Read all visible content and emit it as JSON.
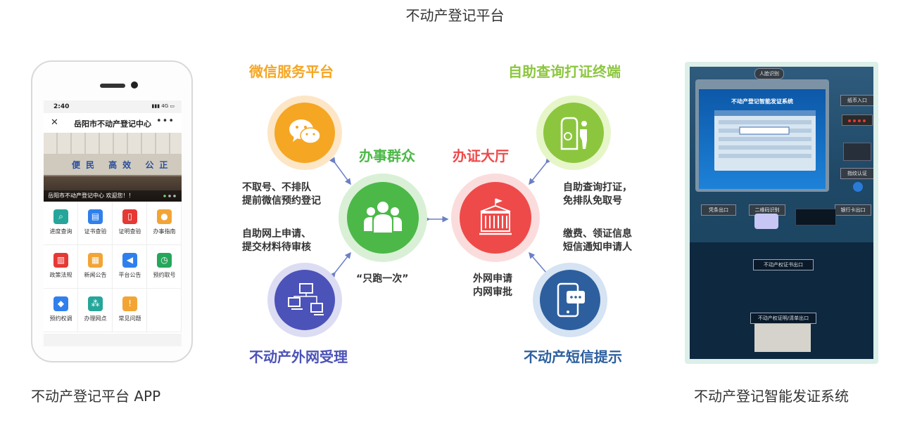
{
  "page_title": "不动产登记平台",
  "captions": {
    "app": "不动产登记平台 APP",
    "kiosk": "不动产登记智能发证系统"
  },
  "phone": {
    "status_time": "2:40",
    "status_signal": "4G",
    "nav_close": "✕",
    "nav_title": "岳阳市不动产登记中心",
    "nav_more": "•••",
    "banner_slogan": "便民 高效 公正",
    "banner_caption": "岳阳市不动产登记中心 欢迎您！！",
    "grid": [
      {
        "label": "进度查询",
        "color": "#26a69a",
        "icon": "search-icon"
      },
      {
        "label": "证书查验",
        "color": "#2f80ed",
        "icon": "id-card-icon"
      },
      {
        "label": "证明查验",
        "color": "#e53935",
        "icon": "document-icon"
      },
      {
        "label": "办事指南",
        "color": "#f2a535",
        "icon": "location-icon"
      },
      {
        "label": "政策法规",
        "color": "#e53935",
        "icon": "book-icon"
      },
      {
        "label": "新闻公告",
        "color": "#f2a535",
        "icon": "news-icon"
      },
      {
        "label": "平台公告",
        "color": "#2f80ed",
        "icon": "speaker-icon"
      },
      {
        "label": "预约取号",
        "color": "#26a65b",
        "icon": "clock-icon"
      },
      {
        "label": "预约权调",
        "color": "#2f80ed",
        "icon": "tag-icon"
      },
      {
        "label": "办理网点",
        "color": "#26a69a",
        "icon": "network-icon"
      },
      {
        "label": "常见问题",
        "color": "#f2a535",
        "icon": "warning-icon"
      }
    ]
  },
  "diagram": {
    "center_left": {
      "label": "办事群众",
      "color": "#4cb848"
    },
    "center_right": {
      "label": "办证大厅",
      "color": "#ee4a4a"
    },
    "top_left": {
      "label": "微信服务平台",
      "color": "#f5a623"
    },
    "top_right": {
      "label": "自助查询打证终端",
      "color": "#8cc63f"
    },
    "bottom_left": {
      "label": "不动产外网受理",
      "color": "#4b52b8"
    },
    "bottom_right": {
      "label": "不动产短信提示",
      "color": "#2d5f9e"
    },
    "note_tl_1": "不取号、不排队",
    "note_tl_2": "提前微信预约登记",
    "note_bl_1": "自助网上申请、",
    "note_bl_2": "提交材料待审核",
    "note_tr_1": "自助查询打证，",
    "note_tr_2": "免排队免取号",
    "note_br_1": "缴费、领证信息",
    "note_br_2": "短信通知申请人",
    "note_bottom_center": "“只跑一次”",
    "note_bottom_right_1": "外网申请",
    "note_bottom_right_2": "内网审批"
  },
  "kiosk": {
    "screen_title": "不动产登记智能发证系统",
    "slot_cert_out": "不动产权证书出口",
    "slot_proof_out": "不动产权证明/清单出口",
    "label_voucher": "凭条出口",
    "label_qr": "二维码识别",
    "label_bank": "银行卡出口",
    "label_cash": "纸币入口",
    "label_fingerprint": "指纹认证",
    "label_face": "人脸识别"
  }
}
